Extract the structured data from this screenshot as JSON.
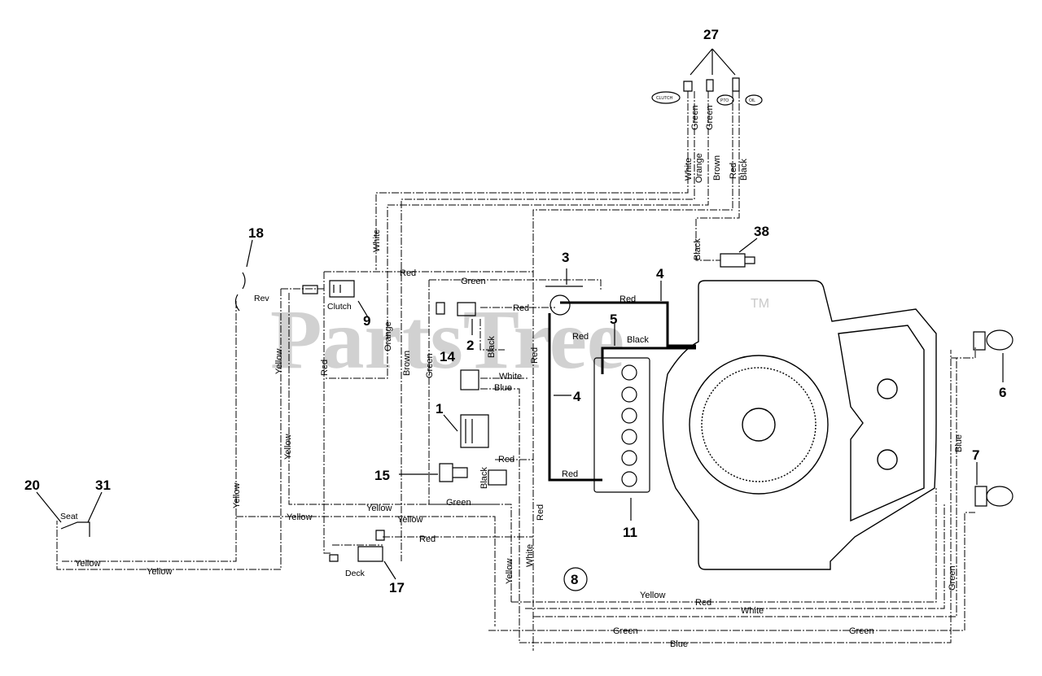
{
  "watermark": {
    "text": "PartsTree",
    "trademark": "TM"
  },
  "callouts": {
    "c1": "1",
    "c2": "2",
    "c3": "3",
    "c4a": "4",
    "c4b": "4",
    "c5": "5",
    "c6": "6",
    "c7": "7",
    "c8": "8",
    "c9": "9",
    "c11": "11",
    "c14": "14",
    "c15": "15",
    "c17": "17",
    "c18": "18",
    "c20": "20",
    "c27": "27",
    "c31": "31",
    "c38": "38"
  },
  "component_labels": {
    "rev": "Rev",
    "clutch": "Clutch",
    "seat": "Seat",
    "deck": "Deck",
    "lamp_clutch": "CLUTCH",
    "lamp_pto": "PTO",
    "lamp_oil": "OIL"
  },
  "wire_labels": {
    "white": "White",
    "red": "Red",
    "black": "Black",
    "green": "Green",
    "yellow": "Yellow",
    "orange": "Orange",
    "brown": "Brown",
    "blue": "Blue"
  }
}
